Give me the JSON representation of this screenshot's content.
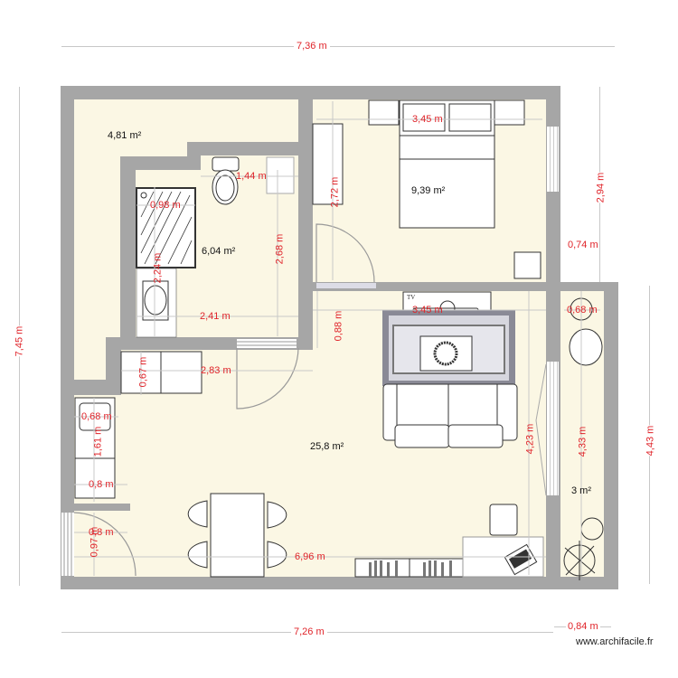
{
  "plan": {
    "rooms": [
      {
        "id": "hall",
        "area": "4,81 m²"
      },
      {
        "id": "bathroom",
        "area": "6,04 m²"
      },
      {
        "id": "bedroom",
        "area": "9,39 m²"
      },
      {
        "id": "living",
        "area": "25,8 m²"
      },
      {
        "id": "balcony",
        "area": "3 m²"
      }
    ],
    "dimensions": {
      "top_total": "7,36 m",
      "left_total": "7,45 m",
      "bottom_total": "7,26 m",
      "bottom_balcony": "0,84 m",
      "right_upper": "2,94 m",
      "right_offset": "0,74 m",
      "right_lower": "4,43 m",
      "bedroom_width": "3,45 m",
      "bedroom_height": "2,72 m",
      "wc_width": "1,44 m",
      "shower_width": "0,98 m",
      "bath_height_left": "2,24 m",
      "bath_height_right": "2,68 m",
      "bath_width": "2,41 m",
      "corridor_width": "2,83 m",
      "cabinet_depth": "0,67 m",
      "passage": "0,88 m",
      "living_width": "3,45 m",
      "living_height": "4,23 m",
      "balcony_width": "0,68 m",
      "balcony_height": "4,33 m",
      "kitchen_depth": "0,68 m",
      "kitchen_sink_len": "1,61 m",
      "kitchen_cab": "0,8 m",
      "entry_width": "0,8 m",
      "entry_height": "0,97 m",
      "living_length": "6,96 m"
    },
    "furniture": {
      "tv_label": "TV"
    },
    "watermark": "www.archifacile.fr",
    "colors": {
      "wall": "#a6a6a6",
      "floor": "#fbf7e4",
      "dimension": "#e0242a",
      "rug_outer": "#8a8a96",
      "rug_inner": "#d6d6de"
    }
  }
}
